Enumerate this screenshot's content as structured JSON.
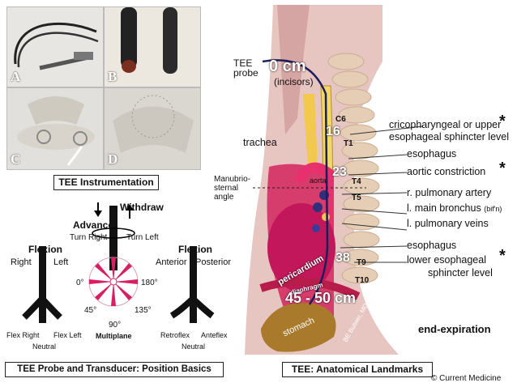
{
  "photos": [
    {
      "label": "A",
      "name": "photo-a"
    },
    {
      "label": "B",
      "name": "photo-b"
    },
    {
      "label": "C",
      "name": "photo-c"
    },
    {
      "label": "D",
      "name": "photo-d"
    }
  ],
  "captions": {
    "instrumentation": "TEE Instrumentation",
    "probe": "TEE Probe and Transducer: Position Basics",
    "landmarks": "TEE: Anatomical Landmarks"
  },
  "probe_diagram": {
    "advance": "Advance",
    "withdraw": "Withdraw",
    "turn_right": "Turn Right",
    "turn_left": "Turn Left",
    "flexion_left_title": "Flexion",
    "right": "Right",
    "left": "Left",
    "flex_right": "Flex Right",
    "flex_left": "Flex Left",
    "neutral_left": "Neutral",
    "flexion_right_title": "Flexion",
    "anterior": "Anterior",
    "posterior": "Posterior",
    "retroflex": "Retroflex",
    "anteflex": "Anteflex",
    "neutral_right": "Neutral",
    "angle_0": "0°",
    "angle_45": "45°",
    "angle_90": "90°",
    "angle_135": "135°",
    "angle_180": "180°",
    "multiplane": "Multiplane"
  },
  "anatomy": {
    "tee_probe": "TEE\nprobe",
    "zero_cm": "0 cm",
    "incisors": "(incisors)",
    "c6": "C6",
    "t1": "T1",
    "t4": "T4",
    "t5": "T5",
    "t9": "T9",
    "t10": "T10",
    "d16": "16",
    "d23": "23",
    "d38": "38",
    "d45": "45 - 50 cm",
    "trachea": "trachea",
    "manubrio": "Manubrio-\nsternal\nangle",
    "aorta": "aorta",
    "pericardium": "pericardium",
    "diaphragm": "diaphragm",
    "stomach": "stomach",
    "signature": "BE Bulwer, MD",
    "cricopharyngeal": "cricopharyngeal or upper",
    "ues": "esophageal sphincter level",
    "esophagus1": "esophagus",
    "aortic_constriction": "aortic constriction",
    "r_pulm_artery": "r. pulmonary artery",
    "l_main_bronchus": "l. main bronchus",
    "bil_n": "(bif'n)",
    "l_pulm_veins": "l. pulmonary veins",
    "esophagus2": "esophagus",
    "lower_esophageal": "lower esophageal",
    "sphincter_level": "sphincter level",
    "end_expiration": "end-expiration",
    "asterisk": "*"
  },
  "copyright": "© Current Medicine",
  "colors": {
    "heart": "#d81f63",
    "aorta": "#e8306e",
    "esophagus": "#f2c94c",
    "stomach": "#a9792c",
    "spine": "#e6cdb5",
    "head": "#f1d7cc"
  }
}
